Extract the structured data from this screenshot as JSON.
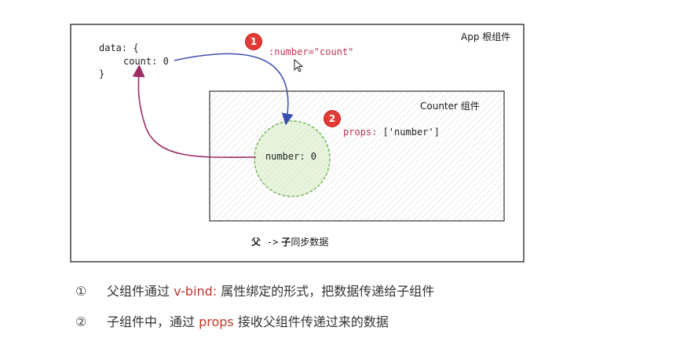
{
  "app_label": "App 根组件",
  "counter_label": "Counter 组件",
  "data_block": {
    "line1": "data: {",
    "line2": "count: 0",
    "line3": "}"
  },
  "bind_badge": "1",
  "bind_text": ":number=\"count\"",
  "props_badge": "2",
  "props_text_key": "props:",
  "props_text_val": "['number']",
  "circle_text": "number: 0",
  "caption_parent": "父",
  "caption_arrow": "->",
  "caption_child": "子",
  "caption_rest": "同步数据",
  "notes": [
    {
      "num": "①",
      "pre": "父组件通过 ",
      "hl": "v-bind:",
      "post": " 属性绑定的形式，把数据传递给子组件"
    },
    {
      "num": "②",
      "pre": "子组件中，通过 ",
      "hl": "props",
      "post": " 接收父组件传递过来的数据"
    }
  ],
  "colors": {
    "blue_arrow": "#3b4fb0",
    "purple_arrow": "#9c2c64",
    "circle_fill": "#dff0d4",
    "circle_stroke": "#6ab04c",
    "badge_red": "#e23a35",
    "highlight_red": "#c0362c"
  }
}
